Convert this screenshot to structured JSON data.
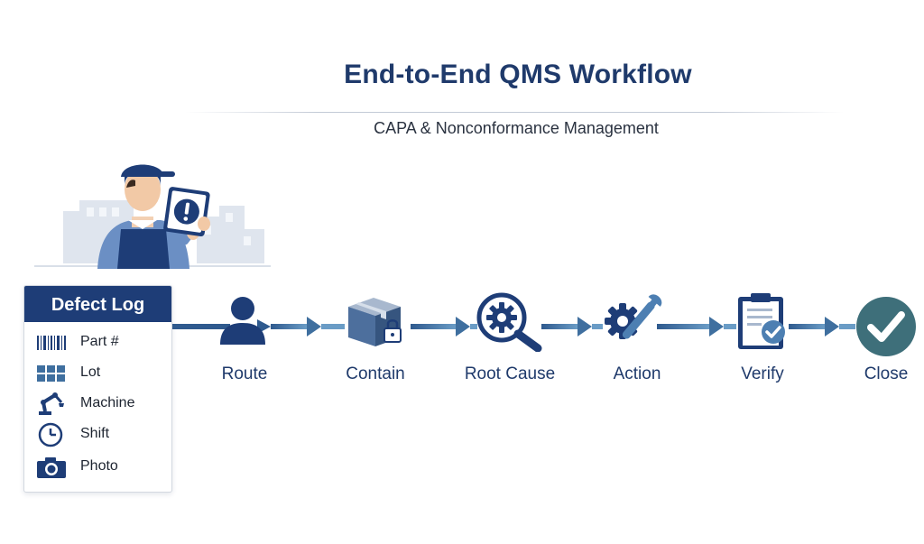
{
  "title": "End-to-End QMS Workflow",
  "subtitle": "CAPA & Nonconformance Management",
  "defect_log": {
    "header": "Defect Log",
    "items": [
      {
        "label": "Part #",
        "icon": "barcode-icon"
      },
      {
        "label": "Lot",
        "icon": "grid-icon"
      },
      {
        "label": "Machine",
        "icon": "robot-arm-icon"
      },
      {
        "label": "Shift",
        "icon": "clock-icon"
      },
      {
        "label": "Photo",
        "icon": "camera-icon"
      }
    ]
  },
  "steps": [
    {
      "label": "Route",
      "icon": "person-icon"
    },
    {
      "label": "Contain",
      "icon": "locked-box-icon"
    },
    {
      "label": "Root Cause",
      "icon": "magnifier-gear-icon"
    },
    {
      "label": "Action",
      "icon": "gear-wrench-icon"
    },
    {
      "label": "Verify",
      "icon": "clipboard-check-icon"
    },
    {
      "label": "Close",
      "icon": "checkmark-circle-icon"
    }
  ],
  "colors": {
    "navy": "#1e3d77",
    "flow": "#3f6f9f",
    "teal": "#3e6f7a"
  }
}
